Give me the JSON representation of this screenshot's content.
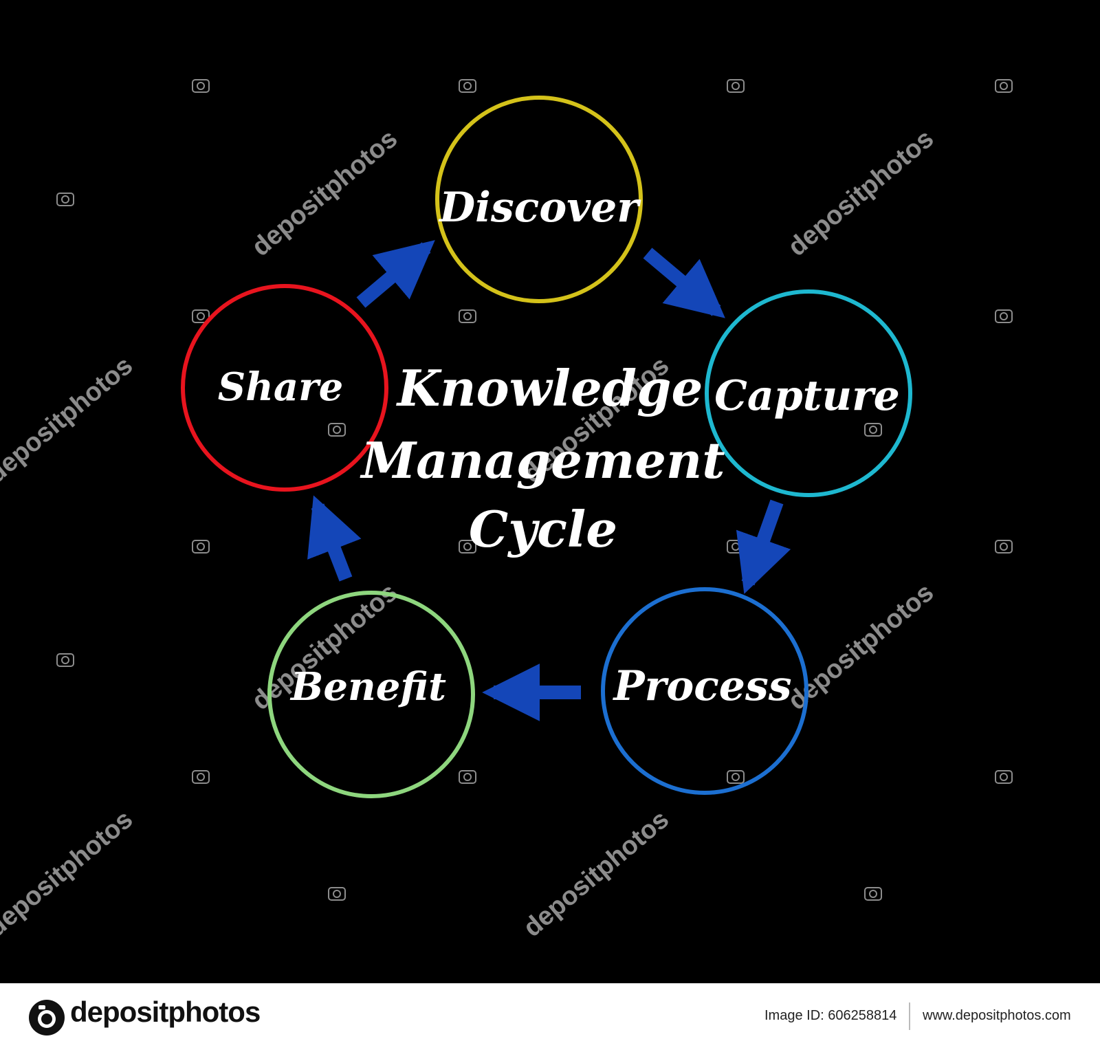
{
  "diagram": {
    "title": [
      "Knowledge",
      "Management",
      "Cycle"
    ],
    "nodes": [
      {
        "id": "discover",
        "label": "Discover",
        "color": "#d4c21a"
      },
      {
        "id": "capture",
        "label": "Capture",
        "color": "#1eb8d0"
      },
      {
        "id": "process",
        "label": "Process",
        "color": "#1c6fd1"
      },
      {
        "id": "benefit",
        "label": "Benefit",
        "color": "#8ed67e"
      },
      {
        "id": "share",
        "label": "Share",
        "color": "#e8141e"
      }
    ],
    "arrow_color": "#1446b8",
    "background": "#000000"
  },
  "watermark": {
    "text": "depositphotos"
  },
  "footer": {
    "brand": "depositphotos",
    "image_id": "Image ID: 606258814",
    "url": "www.depositphotos.com"
  }
}
